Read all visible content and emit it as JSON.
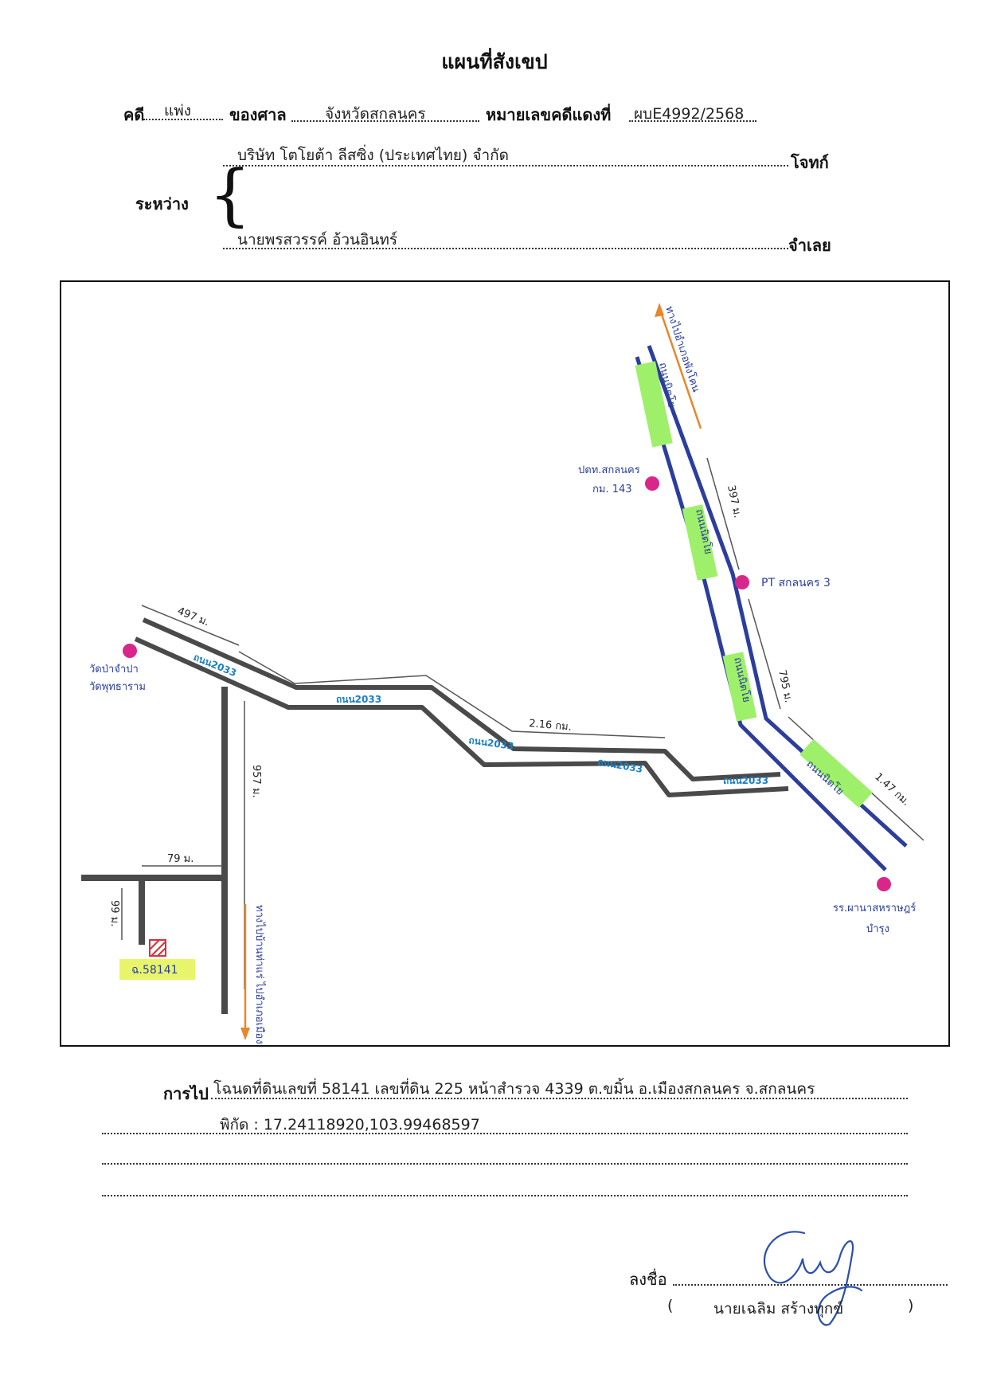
{
  "header": {
    "title": "แผนที่สังเขป",
    "case_label": "คดี",
    "case_type": "แพ่ง",
    "court_label": "ของศาล",
    "court_name": "จังหวัดสกลนคร",
    "red_case_label": "หมายเลขคดีแดงที่",
    "red_case_no": "ผบE4992/2568",
    "between_label": "ระหว่าง",
    "plaintiff": "บริษัท โตโยต้า ลีสซิ่ง (ประเทศไทย) จำกัด",
    "plaintiff_role": "โจทก์",
    "defendant": "นายพรสวรรค์ อ้วนอินทร์",
    "defendant_role": "จำเลย"
  },
  "map": {
    "road_labels": [
      "ถนน2033",
      "ถนน2033",
      "ถนน2033",
      "ถนน2033",
      "ถนน2033"
    ],
    "highway_labels": [
      "ถนนนิตโย",
      "ถนนนิตโย",
      "ถนนนิตโย",
      "ถนนนิตโย"
    ],
    "directions": {
      "north": "ทางไปอำเภอพังโคน",
      "south": "ทางไปบ้านท่าแร่ ไปอำเภอเมือง"
    },
    "distances": {
      "d1": "497 ม.",
      "d2": "2.16 กม.",
      "d3": "397 ม.",
      "d4": "795 ม.",
      "d5": "1.47 กม.",
      "d6": "957 ม.",
      "d7": "79 ม.",
      "d8": "99 ม."
    },
    "landmarks": {
      "police": [
        "ปตท.สกลนคร",
        "กม. 143"
      ],
      "pt": "PT สกลนคร 3",
      "school": [
        "รร.ผานาสหราษฎร์",
        "บำรุง"
      ],
      "temple": [
        "วัดป่าจำปา",
        "วัดพุทธาราม"
      ]
    },
    "parcel": "ฉ.58141",
    "colors": {
      "highway": "#2b3e9e",
      "road": "#4a4a4a",
      "road_text": "#1a7fc4",
      "highlight": "#9ef06a",
      "marker": "#d9268a",
      "direction": "#e8862a",
      "parcel": "#d9303a",
      "parcel_label_bg": "#e8f56a"
    }
  },
  "footer": {
    "route_label": "การไป",
    "route_line1": "โฉนดที่ดินเลขที่ 58141 เลขที่ดิน 225 หน้าสำรวจ 4339 ต.ขมิ้น อ.เมืองสกลนคร จ.สกลนคร",
    "route_line2": "พิกัด : 17.24118920,103.99468597",
    "sign_label": "ลงชื่อ",
    "signer_open": "(",
    "signer": "นายเฉลิม  สร้างทุกข์",
    "signer_close": ")"
  }
}
